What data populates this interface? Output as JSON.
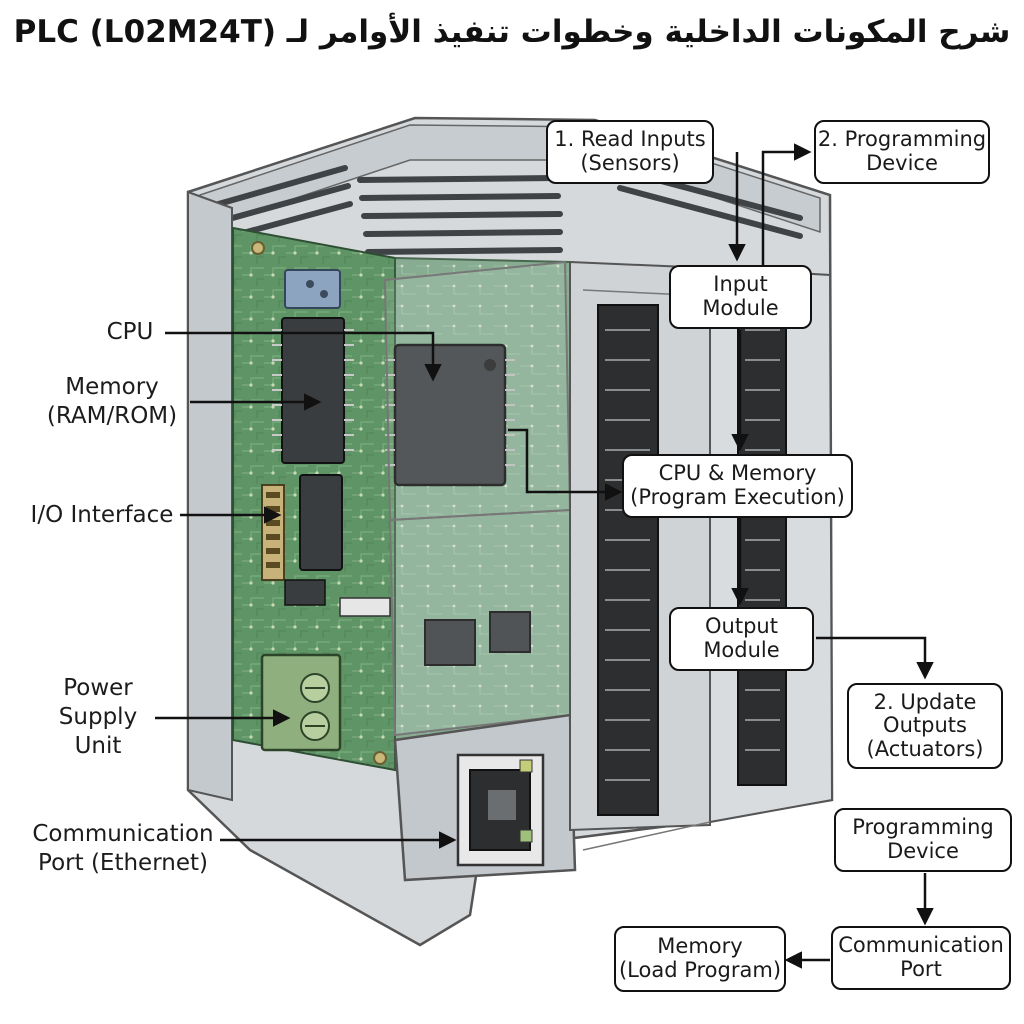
{
  "title": "شرح المكونات الداخلية وخطوات تنفيذ الأوامر لـ PLC (L02M24T)",
  "left_labels": {
    "cpu": "CPU",
    "memory": [
      "Memory",
      "(RAM/ROM)"
    ],
    "io": "I/O Interface",
    "power": [
      "Power",
      "Supply",
      "Unit"
    ],
    "comm": [
      "Communication",
      "Port (Ethernet)"
    ]
  },
  "flow_boxes": {
    "read_inputs": [
      "1. Read Inputs",
      "(Sensors)"
    ],
    "programming_top": [
      "2. Programming",
      "Device"
    ],
    "input_module": [
      "Input",
      "Module"
    ],
    "cpu_memory": [
      "CPU & Memory",
      "(Program Execution)"
    ],
    "output_module": [
      "Output",
      "Module"
    ],
    "update_outputs": [
      "2. Update",
      "Outputs",
      "(Actuators)"
    ],
    "programming_bottom": [
      "Programming",
      "Device"
    ],
    "comm_port": [
      "Communication",
      "Port"
    ],
    "memory_load": [
      "Memory",
      "(Load Program)"
    ]
  },
  "colors": {
    "pcb_green": "#5f9566",
    "housing_gray": "#d5d9dc",
    "terminal_green": "#8fb07e",
    "connector_dark": "#2c2e30"
  }
}
